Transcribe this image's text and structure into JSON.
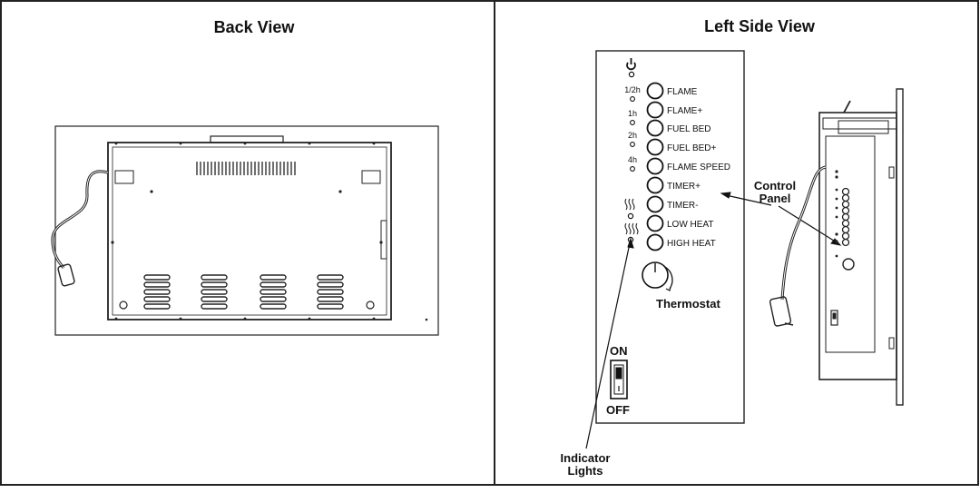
{
  "panels": {
    "back": {
      "title": "Back View"
    },
    "left": {
      "title": "Left Side View"
    }
  },
  "control_panel": {
    "buttons": [
      {
        "label": "FLAME",
        "timer": "1/2h"
      },
      {
        "label": "FLAME+",
        "timer": "1h"
      },
      {
        "label": "FUEL BED",
        "timer": "2h"
      },
      {
        "label": "FUEL BED+",
        "timer": "4h"
      },
      {
        "label": "FLAME SPEED",
        "timer": ""
      },
      {
        "label": "TIMER+",
        "timer": ""
      },
      {
        "label": "TIMER-",
        "timer": ""
      },
      {
        "label": "LOW HEAT",
        "timer": ""
      },
      {
        "label": "HIGH HEAT",
        "timer": ""
      }
    ],
    "thermostat_label": "Thermostat",
    "switch_on": "ON",
    "switch_off": "OFF"
  },
  "callouts": {
    "control_panel_line1": "Control",
    "control_panel_line2": "Panel",
    "indicator_line1": "Indicator",
    "indicator_line2": "Lights"
  }
}
